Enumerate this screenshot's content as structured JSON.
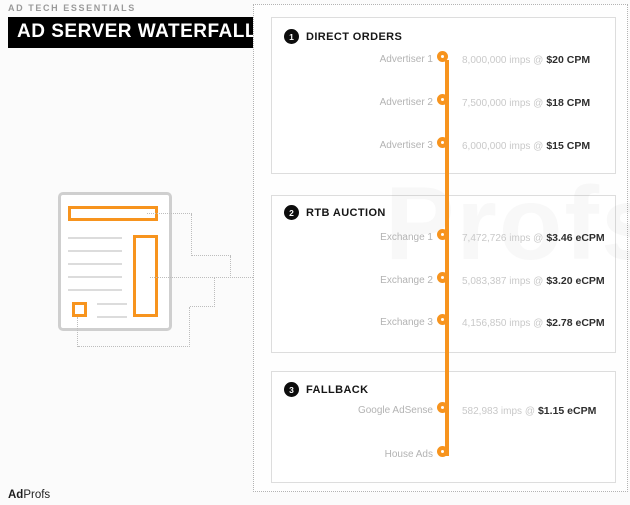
{
  "header": {
    "eyebrow": "AD TECH ESSENTIALS",
    "title": "AD SERVER WATERFALL"
  },
  "watermark": "Profs",
  "brand": {
    "logo_bold": "Ad",
    "logo_rest": "Profs"
  },
  "colors": {
    "accent_orange": "#F7941E",
    "title_bg": "#000000",
    "card_border": "#DDDDDD",
    "label_gray": "#B3B3B3",
    "imps_gray": "#C9C9C9",
    "price_dark": "#2E2E2E",
    "dashed_gray": "#BDBDBD"
  },
  "waterfall": {
    "sections": [
      {
        "number": "1",
        "title": "DIRECT ORDERS",
        "rows": [
          {
            "label": "Advertiser 1",
            "imps": "8,000,000 imps @",
            "price": "$20 CPM"
          },
          {
            "label": "Advertiser 2",
            "imps": "7,500,000 imps @",
            "price": "$18 CPM"
          },
          {
            "label": "Advertiser 3",
            "imps": "6,000,000 imps @",
            "price": "$15 CPM"
          }
        ]
      },
      {
        "number": "2",
        "title": "RTB AUCTION",
        "rows": [
          {
            "label": "Exchange 1",
            "imps": "7,472,726 imps @",
            "price": "$3.46 eCPM"
          },
          {
            "label": "Exchange 2",
            "imps": "5,083,387 imps @",
            "price": "$3.20 eCPM"
          },
          {
            "label": "Exchange 3",
            "imps": "4,156,850 imps @",
            "price": "$2.78 eCPM"
          }
        ]
      },
      {
        "number": "3",
        "title": "FALLBACK",
        "rows": [
          {
            "label": "Google AdSense",
            "imps": "582,983 imps @",
            "price": "$1.15 eCPM"
          },
          {
            "label": "House Ads",
            "imps": "",
            "price": ""
          }
        ]
      }
    ]
  }
}
